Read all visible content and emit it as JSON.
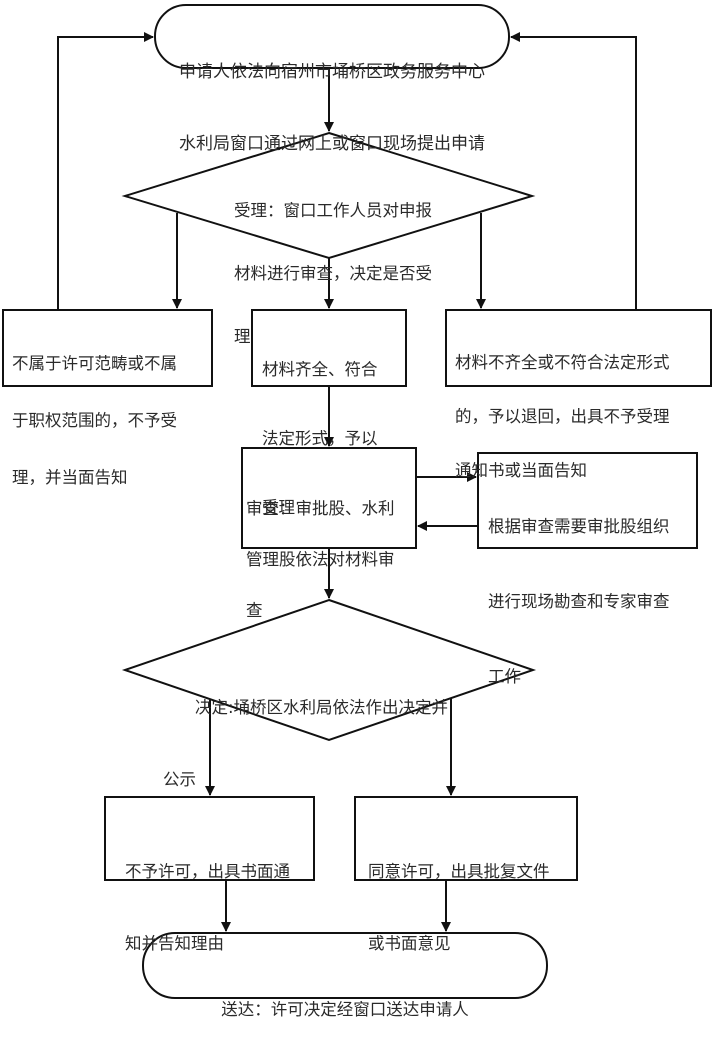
{
  "flowchart": {
    "colors": {
      "stroke": "#111111",
      "text": "#2a2a2a",
      "background": "#ffffff"
    },
    "start": {
      "type": "terminator",
      "lines": [
        "申请人依法向宿州市埇桥区政务服务中心",
        "水利局窗口通过网上或窗口现场提出申请"
      ]
    },
    "accept_decision": {
      "type": "decision",
      "lines": [
        "受理：窗口工作人员对申报",
        "材料进行审查，决定是否受",
        "理"
      ]
    },
    "reject_out_of_scope": {
      "type": "process",
      "lines": [
        "不属于许可范畴或不属",
        "于职权范围的，不予受",
        "理，并当面告知"
      ]
    },
    "accepted": {
      "type": "process",
      "lines": [
        "材料齐全、符合",
        "法定形式，予以",
        "受理"
      ]
    },
    "incomplete_materials": {
      "type": "process",
      "lines": [
        "材料不齐全或不符合法定形式",
        "的，予以退回，出具不予受理",
        "通知书或当面告知"
      ]
    },
    "review": {
      "type": "process",
      "lines": [
        "审查：审批股、水利",
        "管理股依法对材料审",
        "查"
      ]
    },
    "site_inspection": {
      "type": "process",
      "lines": [
        "根据审查需要审批股组织",
        "进行现场勘查和专家审查",
        "工作"
      ]
    },
    "final_decision": {
      "type": "decision",
      "lines": [
        "决定:埇桥区水利局依法作出决定并",
        "公示"
      ]
    },
    "deny_permit": {
      "type": "process",
      "lines": [
        "不予许可，出具书面通",
        "知并告知理由"
      ]
    },
    "grant_permit": {
      "type": "process",
      "lines": [
        "同意许可，出具批复文件",
        "或书面意见"
      ]
    },
    "delivery": {
      "type": "terminator",
      "lines": [
        "送达：许可决定经窗口送达申请人"
      ]
    }
  }
}
